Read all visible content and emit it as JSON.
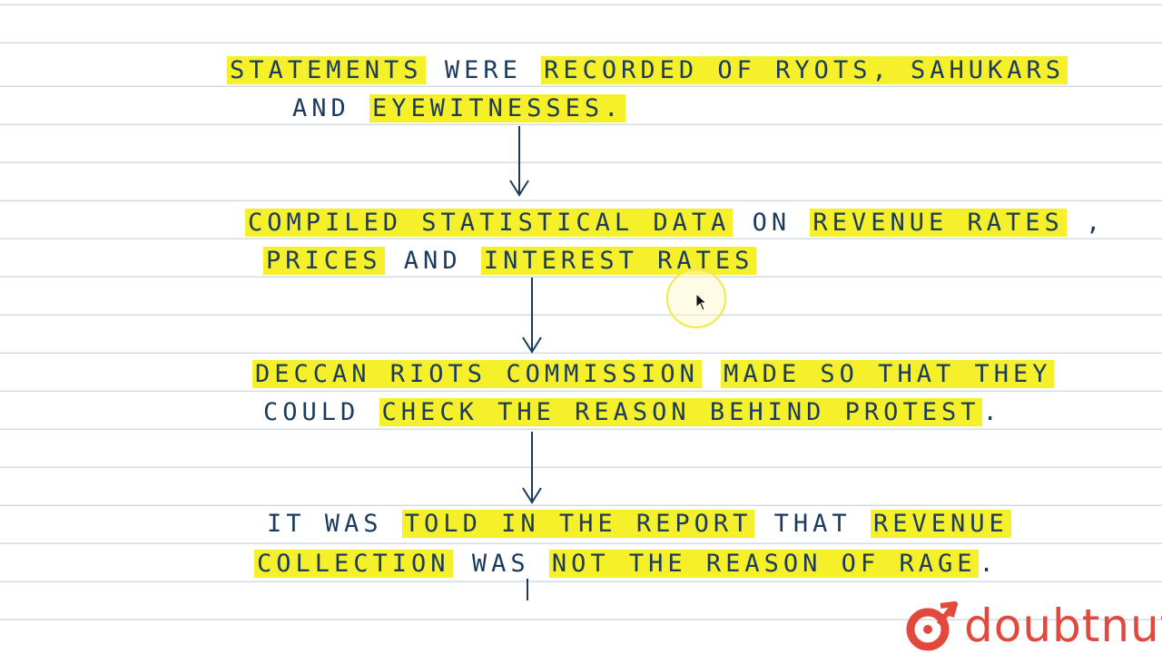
{
  "lines": [
    [
      {
        "text": "STATEMENTS",
        "hl": true
      },
      {
        "text": " WERE ",
        "hl": false
      },
      {
        "text": "RECORDED OF RYOTS, SAHUKARS",
        "hl": true
      }
    ],
    [
      {
        "text": "AND ",
        "hl": false
      },
      {
        "text": "EYEWITNESSES.",
        "hl": true
      }
    ],
    [
      {
        "text": "COMPILED STATISTICAL DATA",
        "hl": true
      },
      {
        "text": " ON ",
        "hl": false
      },
      {
        "text": "REVENUE RATES",
        "hl": true
      },
      {
        "text": " ,",
        "hl": false
      }
    ],
    [
      {
        "text": "PRICES",
        "hl": true
      },
      {
        "text": " AND ",
        "hl": false
      },
      {
        "text": "INTEREST RATES",
        "hl": true
      }
    ],
    [
      {
        "text": "DECCAN RIOTS COMMISSION",
        "hl": true
      },
      {
        "text": " ",
        "hl": false
      },
      {
        "text": "MADE SO THAT THEY",
        "hl": true
      }
    ],
    [
      {
        "text": "COULD ",
        "hl": false
      },
      {
        "text": "CHECK THE REASON BEHIND PROTEST",
        "hl": true
      },
      {
        "text": ".",
        "hl": false
      }
    ],
    [
      {
        "text": "IT WAS ",
        "hl": false
      },
      {
        "text": "TOLD IN THE REPORT",
        "hl": true
      },
      {
        "text": " THAT ",
        "hl": false
      },
      {
        "text": "REVENUE",
        "hl": true
      }
    ],
    [
      {
        "text": "COLLECTION",
        "hl": true
      },
      {
        "text": " WAS ",
        "hl": false
      },
      {
        "text": "NOT THE REASON OF RAGE",
        "hl": true
      },
      {
        "text": ".",
        "hl": false
      }
    ]
  ],
  "brand": {
    "name": "doubtnut",
    "color": "#e2483c"
  },
  "colors": {
    "ink": "#1b3a5c",
    "highlight": "#f6f02a",
    "rule": "#d4dbe3"
  }
}
